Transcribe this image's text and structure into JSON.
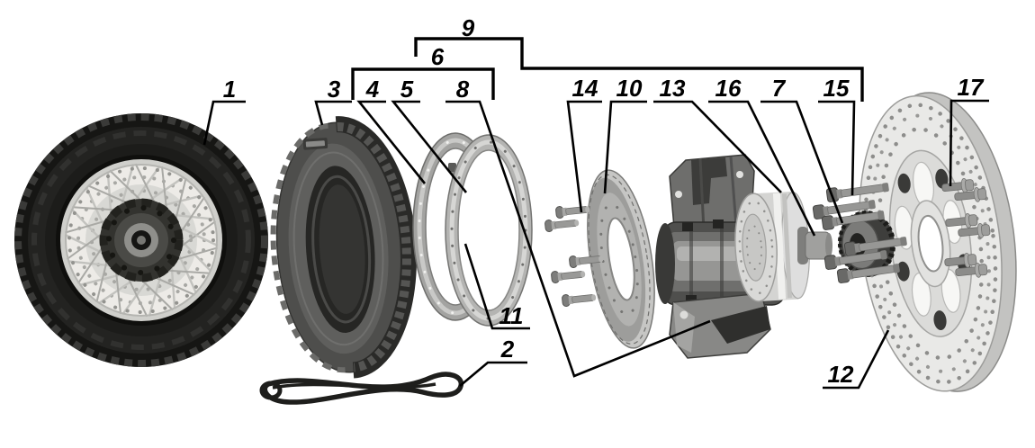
{
  "figure": {
    "type": "exploded parts diagram",
    "subject": "motorcycle spoked wheel, tire, rim, hub and brake disc assembly",
    "background_color": "#ffffff",
    "line_color": "#000000"
  },
  "callouts": [
    {
      "part": 1,
      "label": "1"
    },
    {
      "part": 2,
      "label": "2"
    },
    {
      "part": 3,
      "label": "3"
    },
    {
      "part": 4,
      "label": "4"
    },
    {
      "part": 5,
      "label": "5"
    },
    {
      "part": 6,
      "label": "6"
    },
    {
      "part": 7,
      "label": "7"
    },
    {
      "part": 8,
      "label": "8"
    },
    {
      "part": 9,
      "label": "9"
    },
    {
      "part": 10,
      "label": "10"
    },
    {
      "part": 11,
      "label": "11"
    },
    {
      "part": 12,
      "label": "12"
    },
    {
      "part": 13,
      "label": "13"
    },
    {
      "part": 14,
      "label": "14"
    },
    {
      "part": 15,
      "label": "15"
    },
    {
      "part": 16,
      "label": "16"
    },
    {
      "part": 17,
      "label": "17"
    }
  ]
}
